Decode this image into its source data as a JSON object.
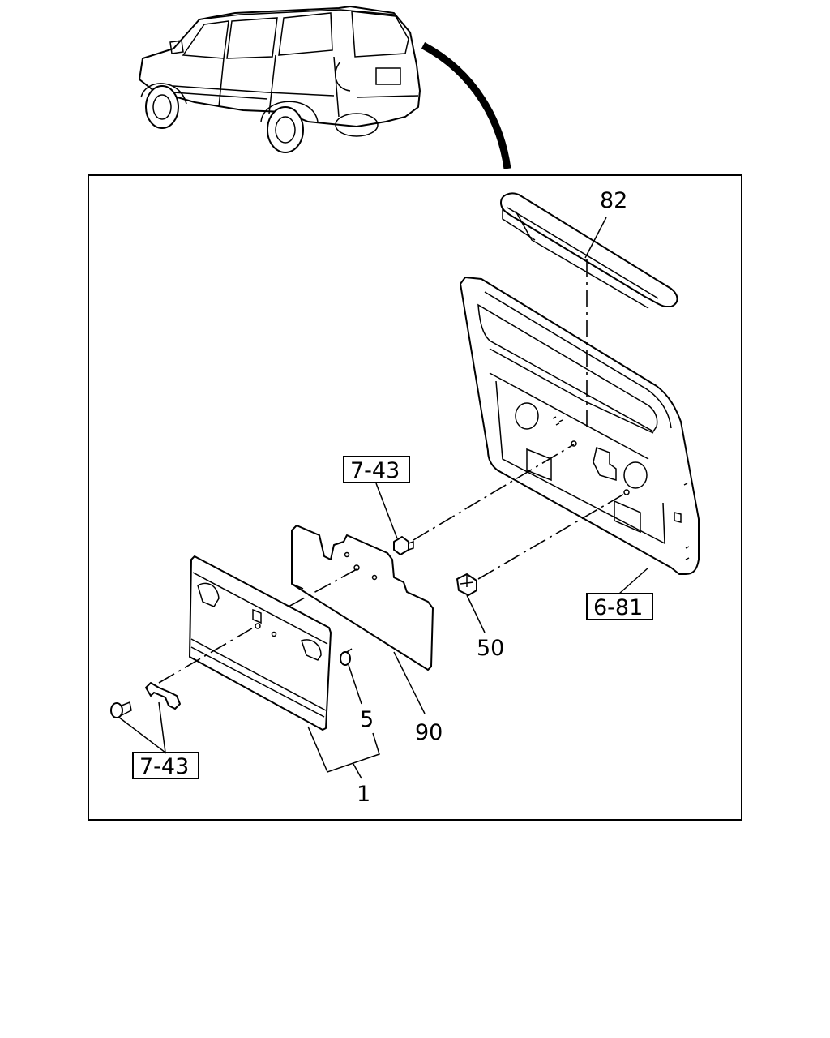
{
  "labels": {
    "part_82": "82",
    "ref_7_43_top": "7-43",
    "ref_6_81": "6-81",
    "part_50": "50",
    "part_5": "5",
    "part_90": "90",
    "ref_7_43_bottom": "7-43",
    "part_1": "1"
  },
  "icons": {
    "vehicle": "vehicle-rear-view-icon",
    "tailgate": "tailgate-panel-icon"
  }
}
